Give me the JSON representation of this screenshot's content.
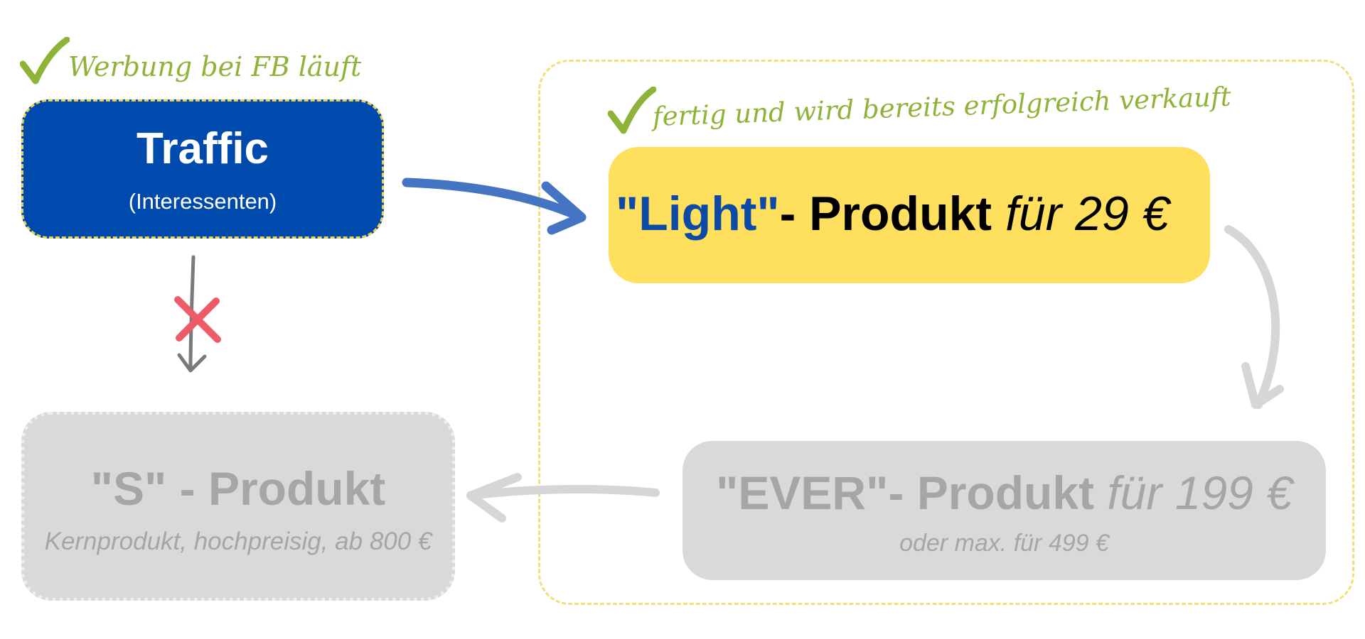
{
  "notes": {
    "traffic_note": "Werbung bei FB läuft",
    "light_note": "fertig und wird bereits erfolgreich verkauft"
  },
  "traffic": {
    "title": "Traffic",
    "subtitle": "(Interessenten)"
  },
  "light": {
    "name": "\"Light\"",
    "suffix": "- Produkt",
    "price": " für 29 €"
  },
  "ever": {
    "name": "\"EVER\"",
    "suffix": "- Produkt",
    "price": " für 199 €",
    "subtitle": "oder max. für 499 €"
  },
  "s_product": {
    "title": "\"S\" - Produkt",
    "subtitle": "Kernprodukt, hochpreisig, ab 800 €"
  },
  "colors": {
    "traffic_blue": "#004aad",
    "light_yellow": "#fedf5e",
    "inactive_grey": "#d9d9d9",
    "note_green": "#8fb339",
    "cross_red": "#ec5b67"
  },
  "icons": [
    "check-icon",
    "check-icon",
    "cross-icon",
    "arrow-icon"
  ]
}
